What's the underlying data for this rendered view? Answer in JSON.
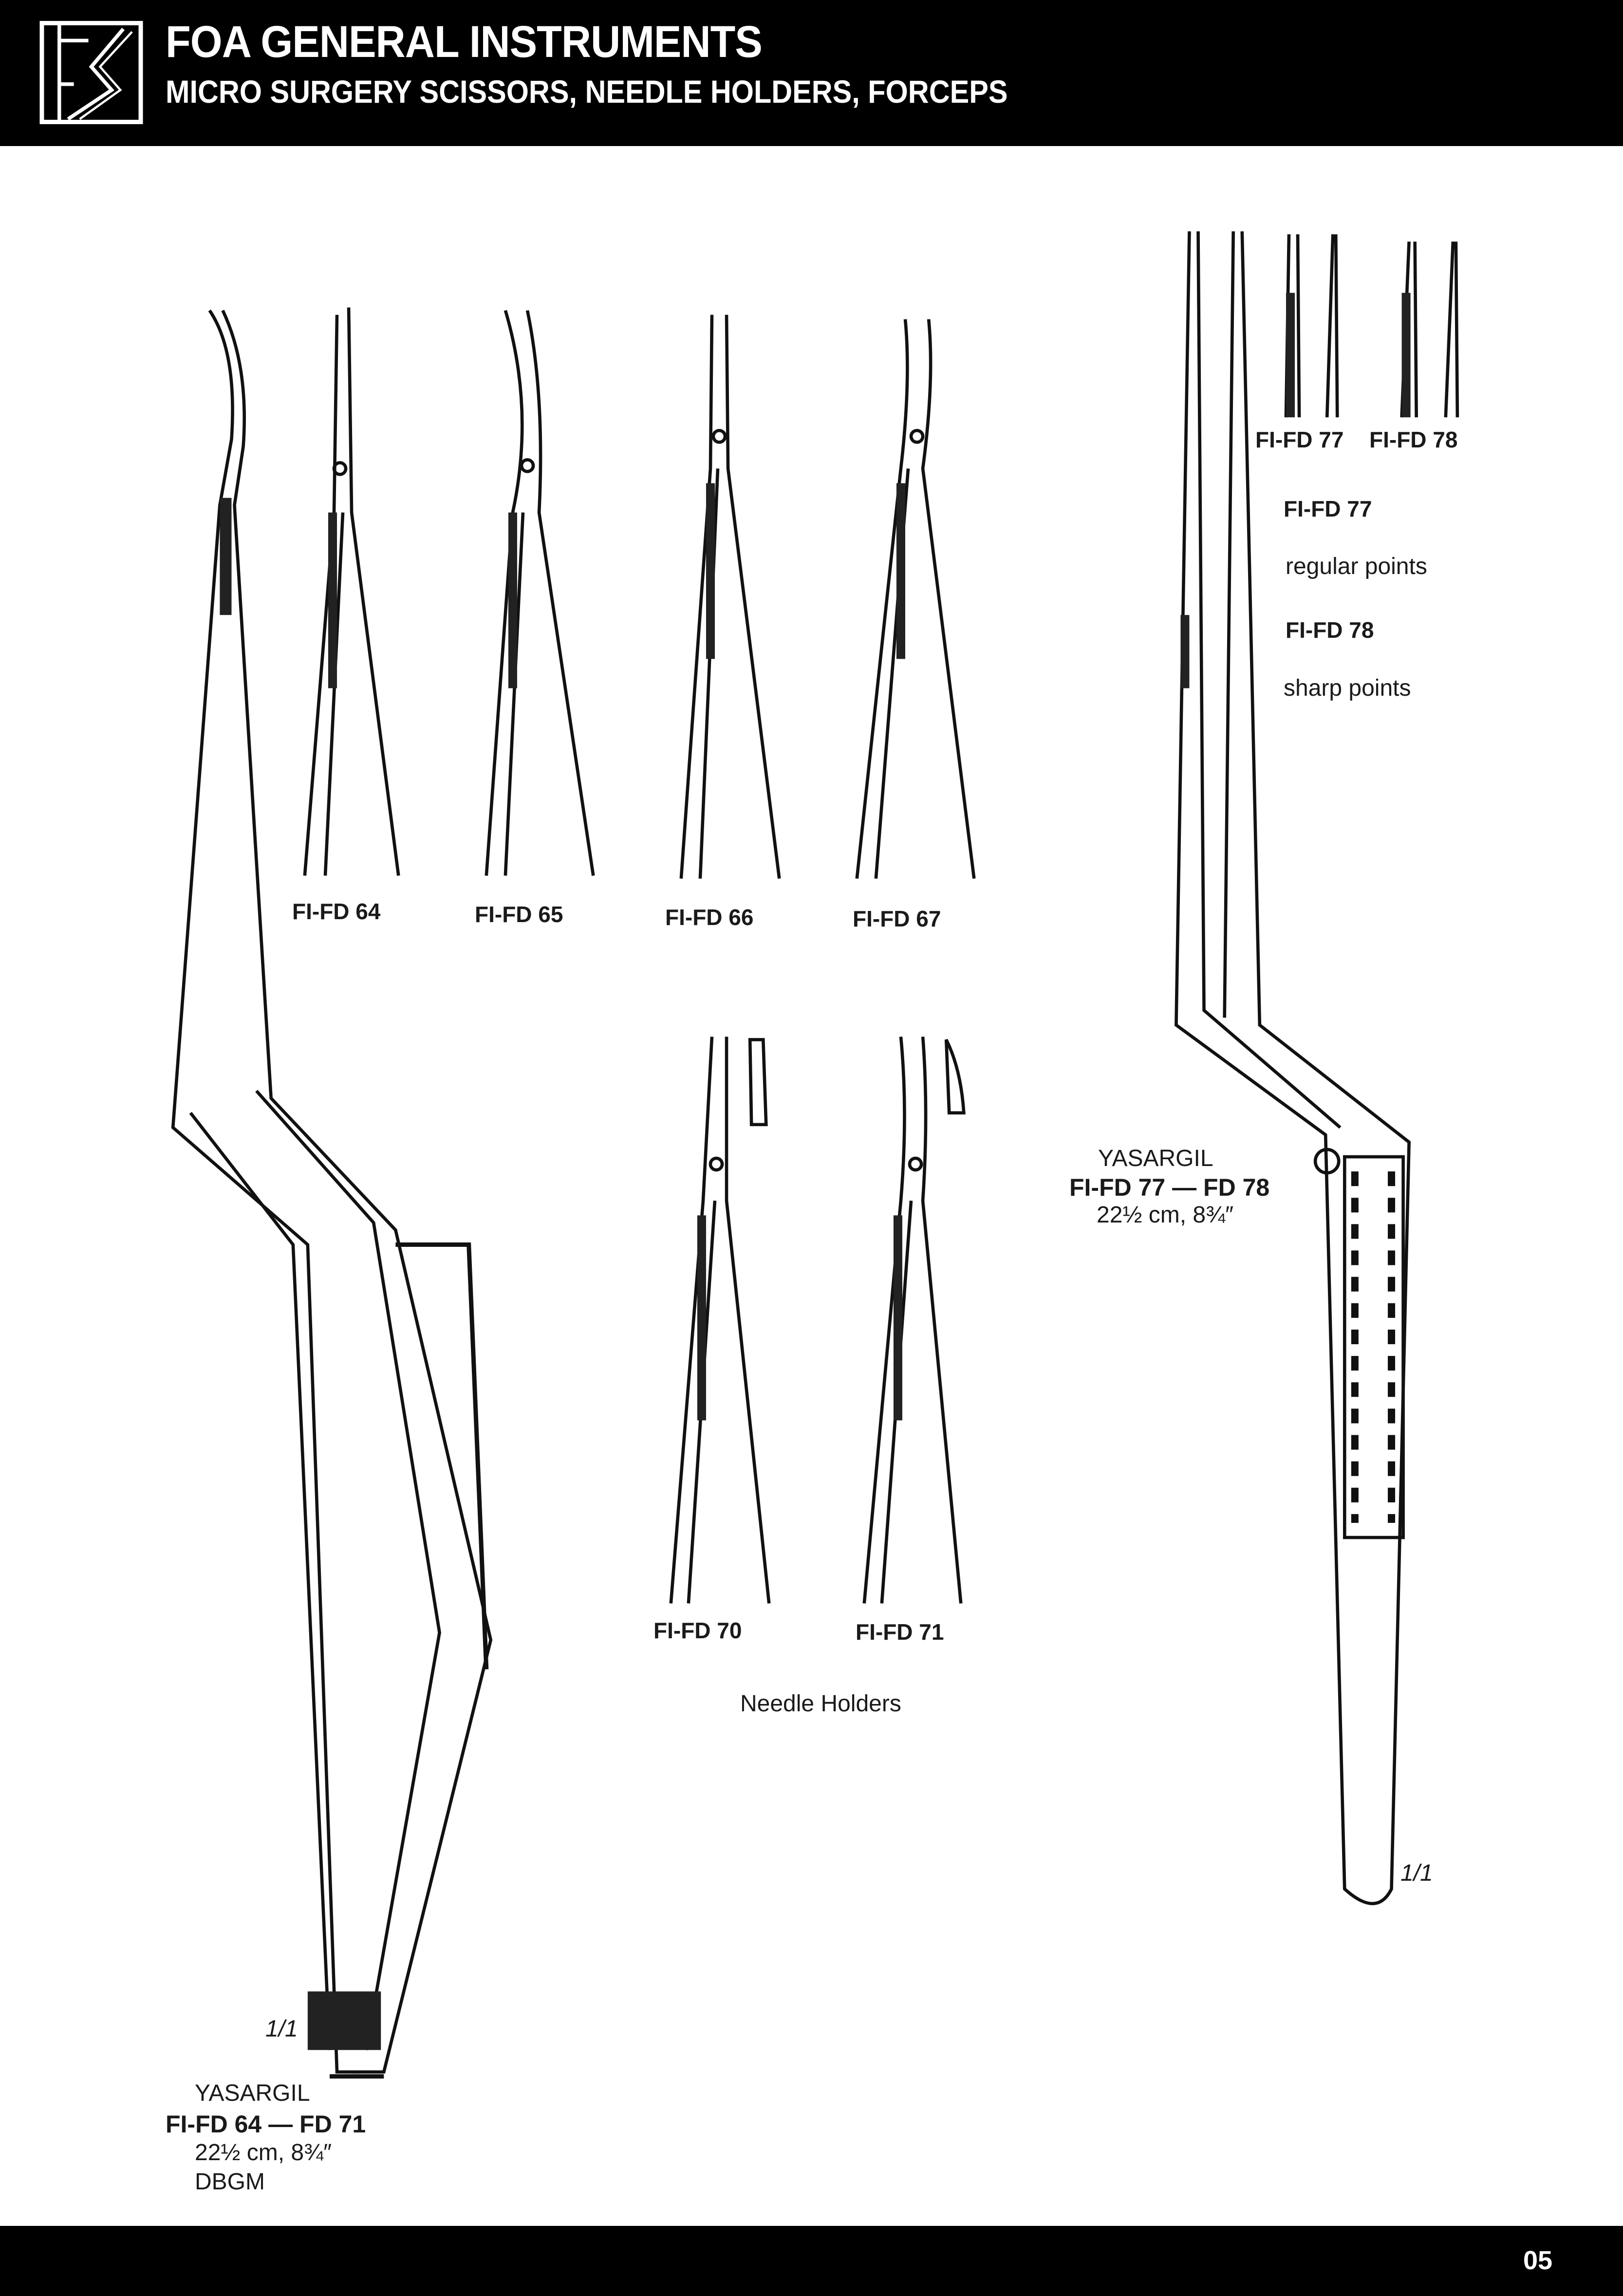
{
  "header": {
    "logo_text": "FS",
    "title": "FOA GENERAL INSTRUMENTS",
    "subtitle": "MICRO SURGERY SCISSORS, NEEDLE HOLDERS, FORCEPS"
  },
  "scissors": {
    "labels": [
      "FI-FD 64",
      "FI-FD 65",
      "FI-FD 66",
      "FI-FD 67"
    ]
  },
  "needle_holders": {
    "labels": [
      "FI-FD 70",
      "FI-FD 71"
    ],
    "caption": "Needle Holders"
  },
  "left_block": {
    "scale": "1/1",
    "name": "YASARGIL",
    "codes": "FI-FD 64 — FD 71",
    "size": "22½ cm, 8¾″",
    "note": "DBGM"
  },
  "forceps": {
    "tip_labels": [
      "FI-FD 77",
      "FI-FD 78"
    ],
    "desc": [
      {
        "code": "FI-FD 77",
        "text": "regular points"
      },
      {
        "code": "FI-FD 78",
        "text": "sharp points"
      }
    ],
    "scale": "1/1",
    "name": "YASARGIL",
    "codes": "FI-FD 77 — FD 78",
    "size": "22½ cm, 8¾″"
  },
  "footer": {
    "page": "05"
  }
}
